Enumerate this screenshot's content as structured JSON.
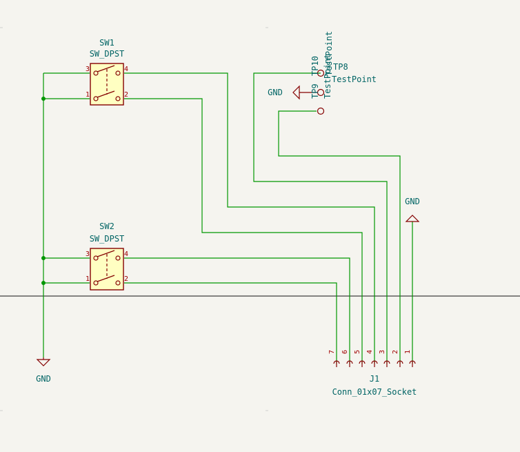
{
  "sw1": {
    "ref": "SW1",
    "value": "SW_DPST",
    "pins": [
      "3",
      "4",
      "1",
      "2"
    ]
  },
  "sw2": {
    "ref": "SW2",
    "value": "SW_DPST",
    "pins": [
      "3",
      "4",
      "1",
      "2"
    ]
  },
  "tp9": {
    "ref": "TP9",
    "value": "TestPoint"
  },
  "tp10": {
    "ref": "TP10",
    "value": "TestPoint"
  },
  "tp8": {
    "ref": "TP8",
    "value": "TestPoint"
  },
  "gnd_labels": {
    "left": "GND",
    "top": "GND",
    "right": "GND"
  },
  "j1": {
    "ref": "J1",
    "value": "Conn_01x07_Socket",
    "pins": [
      "7",
      "6",
      "5",
      "4",
      "3",
      "2",
      "1"
    ]
  }
}
